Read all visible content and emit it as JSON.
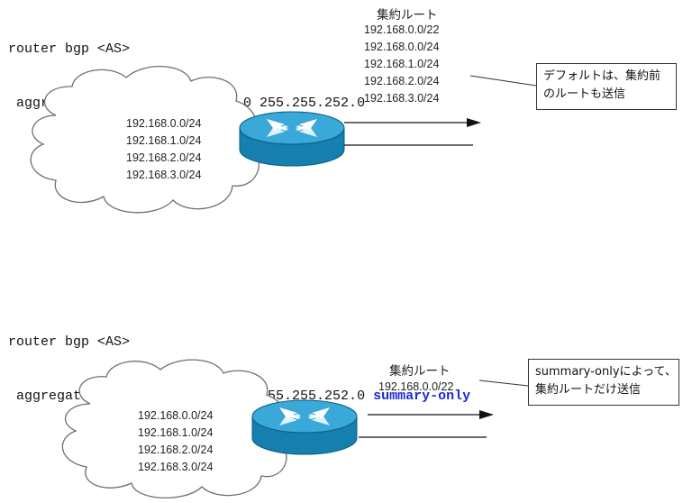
{
  "top": {
    "command_line_1": "router bgp <AS>",
    "command_line_2": " aggregate-address 192.168.0.0 255.255.252.0",
    "cloud_routes": [
      "192.168.0.0/24",
      "192.168.1.0/24",
      "192.168.2.0/24",
      "192.168.3.0/24"
    ],
    "aggregate_title": "集約ルート",
    "advertised_routes": [
      "192.168.0.0/22",
      "192.168.0.0/24",
      "192.168.1.0/24",
      "192.168.2.0/24",
      "192.168.3.0/24"
    ],
    "callout_line_1": "デフォルトは、集約前",
    "callout_line_2": "のルートも送信"
  },
  "bottom": {
    "command_line_1": "router bgp <AS>",
    "command_line_2": " aggregate-address 192.168.0.0 255.255.252.0 ",
    "command_keyword": "summary-only",
    "cloud_routes": [
      "192.168.0.0/24",
      "192.168.1.0/24",
      "192.168.2.0/24",
      "192.168.3.0/24"
    ],
    "aggregate_title": "集約ルート",
    "advertised_routes": [
      "192.168.0.0/22"
    ],
    "callout_line_1": "summary-onlyによって、",
    "callout_line_2": "集約ルートだけ送信"
  },
  "colors": {
    "router_body": "#1a8fc0",
    "router_top": "#3aa8d8",
    "keyword": "#1a2ad8"
  }
}
